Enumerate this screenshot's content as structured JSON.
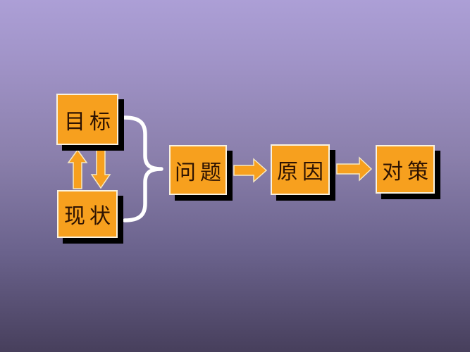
{
  "slide": {
    "type": "presentation-slide-flowchart",
    "colors": {
      "bg_top": "#ac9fd6",
      "bg_bottom": "#473f5c",
      "box_fill": "#f7a01e",
      "box_border": "#f9f2e0",
      "box_shadow": "#000000",
      "text_color": "#2e1302",
      "arrow_fill": "#f7a01e",
      "arrow_outline": "#f6e9c4",
      "brace_color": "#ffffff"
    },
    "nodes": [
      {
        "id": "goal",
        "label": "目标"
      },
      {
        "id": "current-state",
        "label": "现状"
      },
      {
        "id": "problem",
        "label": "问题"
      },
      {
        "id": "cause",
        "label": "原因"
      },
      {
        "id": "countermeasure",
        "label": "对策"
      }
    ],
    "connectors": [
      {
        "icon": "up-arrow-icon",
        "from": "现状",
        "to": "目标"
      },
      {
        "icon": "down-arrow-icon",
        "from": "目标",
        "to": "现状"
      },
      {
        "icon": "brace-icon",
        "from": "目标+现状",
        "to": "问题"
      },
      {
        "icon": "right-arrow-icon",
        "from": "问题",
        "to": "原因"
      },
      {
        "icon": "right-arrow-icon",
        "from": "原因",
        "to": "对策"
      }
    ]
  }
}
